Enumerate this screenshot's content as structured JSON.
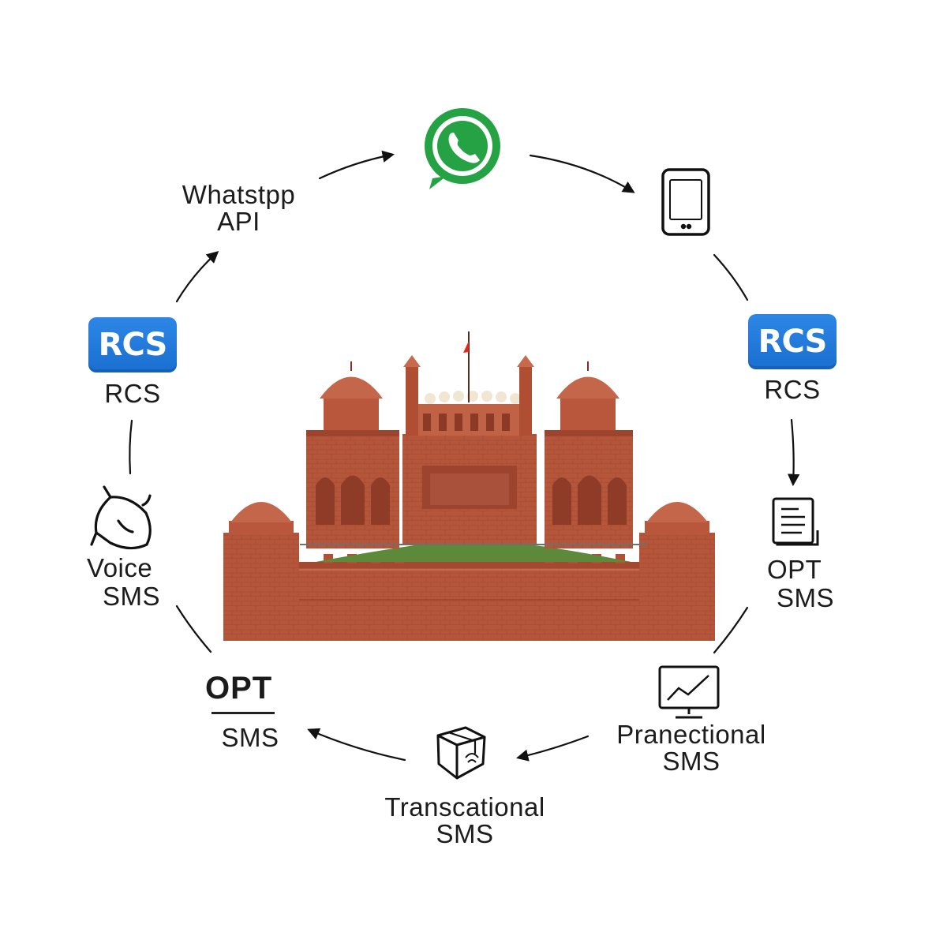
{
  "nodes": {
    "whatsapp_api": {
      "line1": "Whatstpp",
      "line2": "API",
      "icon": "whatsapp-icon",
      "color": "#25a244"
    },
    "mobile": {
      "icon": "smartphone-icon"
    },
    "rcs_right": {
      "badge": "RCS",
      "label": "RCS",
      "color": "#1f78d8"
    },
    "opt_sms_right": {
      "line1": "OPT",
      "line2": "SMS",
      "icon": "document-icon"
    },
    "promotional_sms": {
      "line1": "Pranectional",
      "line2": "SMS",
      "icon": "monitor-chart-icon"
    },
    "transactional_sms": {
      "line1": "Transcational",
      "line2": "SMS",
      "icon": "package-box-icon"
    },
    "opt_sms_left": {
      "title": "OPT",
      "label": "SMS"
    },
    "voice_sms": {
      "line1": "Voice",
      "line2": "SMS",
      "icon": "speaker-bell-icon"
    },
    "rcs_left": {
      "badge": "RCS",
      "label": "RCS",
      "color": "#1f78d8"
    }
  },
  "center_image": {
    "icon": "red-fort-illustration",
    "stone_color": "#b5553a"
  }
}
